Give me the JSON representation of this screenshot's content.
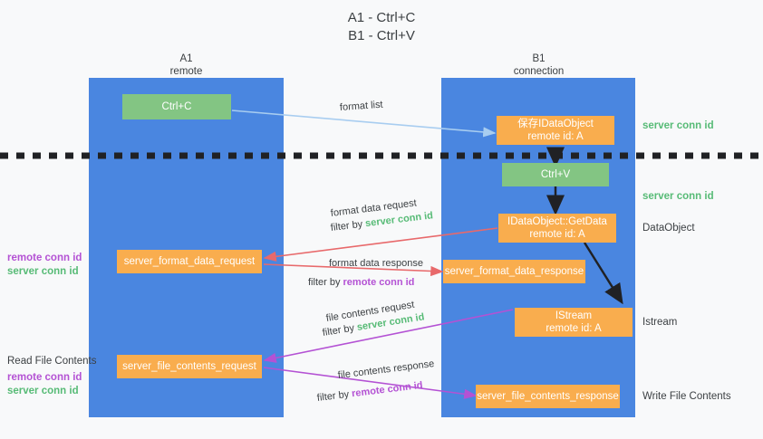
{
  "title": {
    "line1": "A1 - Ctrl+C",
    "line2": "B1 - Ctrl+V"
  },
  "colors": {
    "lane": "#4a86e0",
    "node_orange": "#f9ad4e",
    "node_green": "#83c583",
    "server_conn": "#57bb76",
    "remote_conn": "#b452d4",
    "arrow_blue": "#a8cdf0",
    "arrow_red": "#e8696b",
    "arrow_purple": "#b452d4",
    "arrow_black": "#202124",
    "background": "#f8f9fa"
  },
  "lanes": [
    {
      "id": "a1",
      "name": "A1",
      "role": "remote"
    },
    {
      "id": "b1",
      "name": "B1",
      "role": "connection"
    }
  ],
  "nodes": {
    "ctrl_c": "Ctrl+C",
    "ctrl_v": "Ctrl+V",
    "save_dataobject_l1": "保存IDataObject",
    "save_dataobject_l2": "remote id: A",
    "getdata_l1": "IDataObject::GetData",
    "getdata_l2": "remote id: A",
    "istream_l1": "IStream",
    "istream_l2": "remote id: A",
    "server_format_data_request": "server_format_data_request",
    "server_format_data_response": "server_format_data_response",
    "server_file_contents_request": "server_file_contents_request",
    "server_file_contents_response": "server_file_contents_response"
  },
  "edges": {
    "format_list": "format list",
    "format_data_request": "format data request",
    "format_data_response": "format data response",
    "file_contents_request": "file contents request",
    "file_contents_response": "file contents response",
    "filter_by": "filter by",
    "server_conn_id": "server conn id",
    "remote_conn_id": "remote conn id"
  },
  "right_labels": {
    "server_conn_id_top": "server conn id",
    "server_conn_id_mid": "server conn id",
    "dataobject": "DataObject",
    "istream": "Istream",
    "write_file_contents": "Write File Contents"
  },
  "left_labels": {
    "remote_conn_id_mid": "remote conn id",
    "server_conn_id_mid": "server conn id",
    "read_file_contents": "Read File Contents",
    "remote_conn_id_bottom": "remote conn id",
    "server_conn_id_bottom": "server conn id"
  }
}
